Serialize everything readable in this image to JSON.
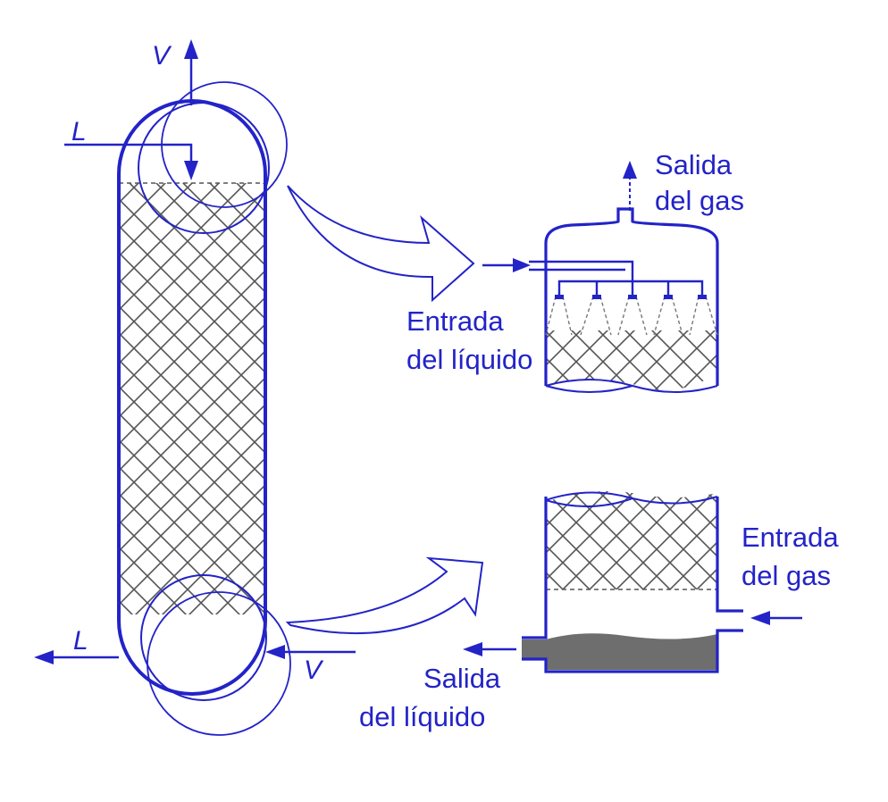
{
  "labels": {
    "column_top_vapor": "V",
    "column_top_liquid": "L",
    "column_bottom_liquid": "L",
    "column_bottom_vapor": "V",
    "gas_outlet_line1": "Salida",
    "gas_outlet_line2": "del gas",
    "liquid_inlet_line1": "Entrada",
    "liquid_inlet_line2": "del líquido",
    "gas_inlet_line1": "Entrada",
    "gas_inlet_line2": "del gas",
    "liquid_outlet_line1": "Salida",
    "liquid_outlet_line2": "del líquido"
  },
  "colors": {
    "line": "#2323c8",
    "packing": "#555555",
    "liquid_pool": "#6e6e6e"
  }
}
